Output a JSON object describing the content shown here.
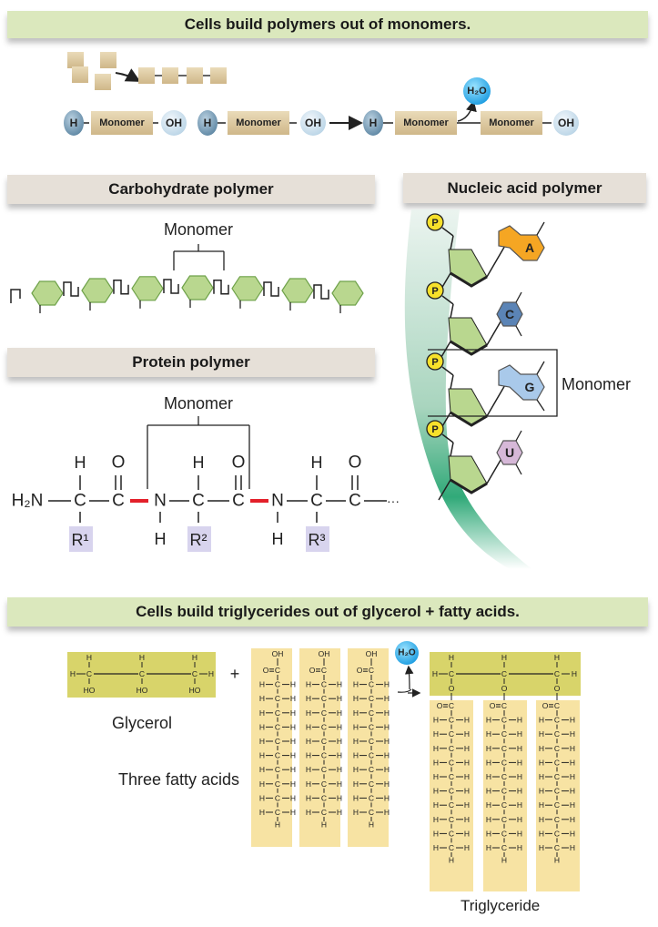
{
  "banners": {
    "polymers": "Cells build polymers out of monomers.",
    "carbohydrate": "Carbohydrate polymer",
    "nucleic": "Nucleic acid polymer",
    "protein": "Protein polymer",
    "triglycerides": "Cells build triglycerides out of glycerol + fatty acids."
  },
  "reaction": {
    "h": "H",
    "oh": "OH",
    "monomer": "Monomer",
    "water": "H₂O"
  },
  "carbohydrate": {
    "monomer_label": "Monomer",
    "units": 7
  },
  "nucleic": {
    "phosphate": "P",
    "bases": [
      "A",
      "C",
      "G",
      "U"
    ],
    "base_colors": [
      "#f5a623",
      "#5b84b6",
      "#a9c9ea",
      "#d6b8d8"
    ],
    "monomer_label": "Monomer"
  },
  "protein": {
    "monomer_label": "Monomer",
    "n_terminus": "H₂N",
    "r_groups": [
      "R¹",
      "R²",
      "R³"
    ],
    "atoms": {
      "h": "H",
      "c": "C",
      "n": "N",
      "o": "O"
    },
    "ellipsis": "···"
  },
  "triglyceride": {
    "plus": "+",
    "water": "H₂O",
    "glycerol_label": "Glycerol",
    "fatty_acids_label": "Three fatty acids",
    "triglyceride_label": "Triglyceride",
    "chain_length": 10
  },
  "colors": {
    "green_banner": "#dbe8bd",
    "grey_banner": "#e6e0d8",
    "monomer_box": "#dcc8a0",
    "glycerol": "#d8d46a",
    "fatty_acid": "#f7e3a3",
    "peptide_bond": "#e3202a",
    "sugar": "#b9d78f"
  }
}
